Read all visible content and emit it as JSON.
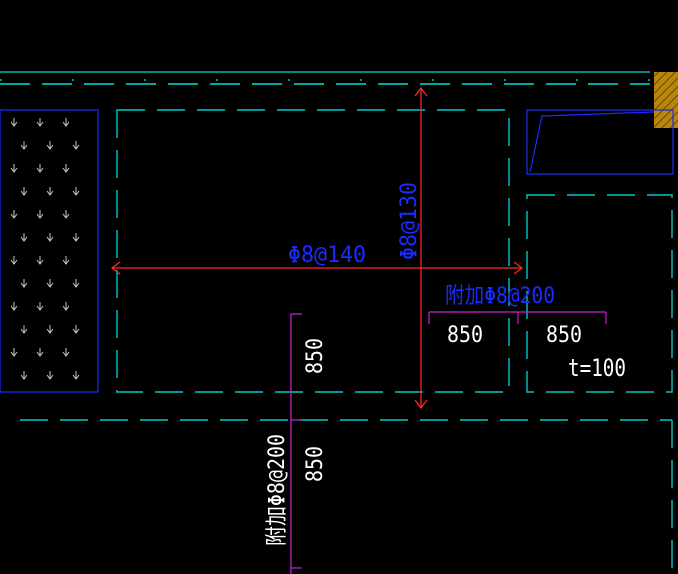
{
  "drawing": {
    "colors": {
      "background": "#000000",
      "slab_edge": "#00e0d8",
      "boundary": "#00c8c8",
      "rebar": "#ff2a2a",
      "annotation": "#1a2cff",
      "extra_rebar": "#d020d0",
      "dimension_text": "#ffffff",
      "hatch_fill": "#b8860b"
    },
    "labels": {
      "rebar_x": "Φ8@140",
      "rebar_y": "Φ8@130",
      "extra_rebar_horizontal": "附加Φ8@200",
      "extra_rebar_vertical": "附加Φ8@200",
      "dim_left": "850",
      "dim_right": "850",
      "dim_vertical_top": "850",
      "dim_vertical_bottom": "850",
      "thickness": "t=100"
    },
    "icons": [
      "down-arrow-icon"
    ]
  }
}
